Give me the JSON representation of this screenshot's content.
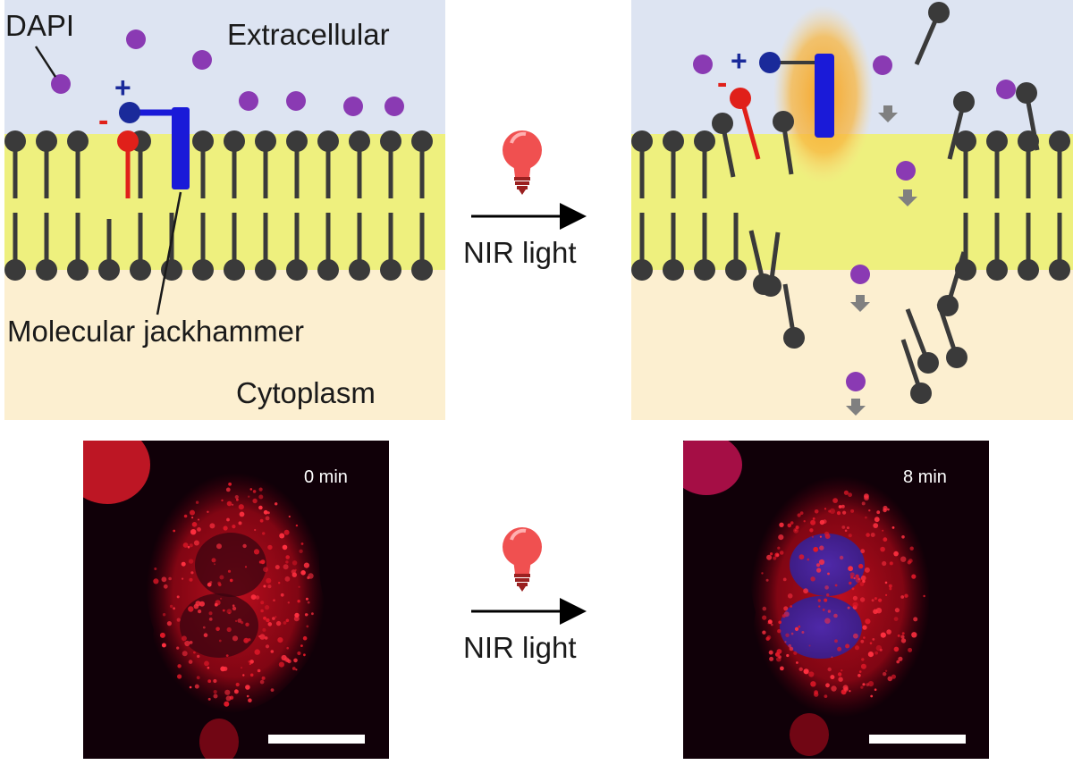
{
  "labels": {
    "dapi": "DAPI",
    "extracellular": "Extracellular",
    "jackhammer": "Molecular jackhammer",
    "cytoplasm": "Cytoplasm",
    "plus": "+",
    "minus": "-"
  },
  "arrows": {
    "top_label": "NIR light",
    "bottom_label": "NIR light"
  },
  "micrographs": {
    "left_time": "0 min",
    "right_time": "8 min"
  },
  "colors": {
    "extracellular_bg": "#dde4f2",
    "membrane_core": "#eef07e",
    "cytoplasm_bg": "#fcefd0",
    "lipid": "#3a3a3a",
    "dapi": "#8a3ab3",
    "jackhammer": "#1a1ad8",
    "positive": "#1a2a9a",
    "negative": "#e0201a",
    "bulb": "#f05050",
    "glow": "#f5a623"
  }
}
